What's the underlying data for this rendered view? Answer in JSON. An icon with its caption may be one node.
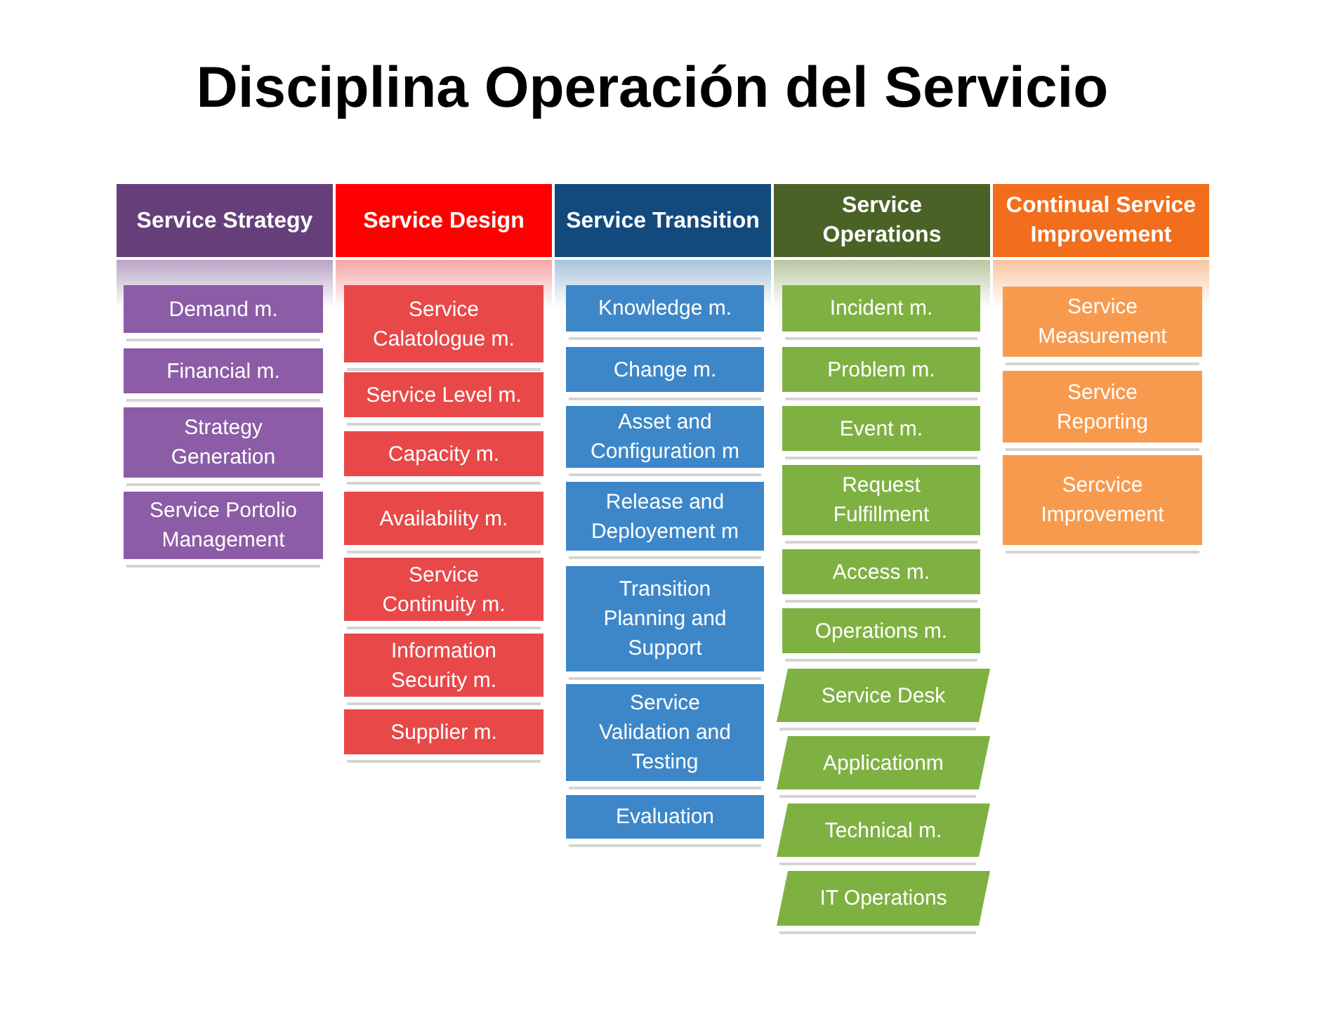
{
  "diagram": {
    "title": "Disciplina Operación del Servicio",
    "nodes": [
      {
        "text": [
          "Service Strategy"
        ]
      },
      {
        "text": [
          "Demand m."
        ]
      },
      {
        "text": [
          "Financial m."
        ]
      },
      {
        "text": [
          "Strategy Generation"
        ]
      },
      {
        "text": [
          "Service Portolio Management"
        ]
      },
      {
        "text": [
          "Service Design"
        ]
      },
      {
        "text": [
          "Service Calatologue m."
        ]
      },
      {
        "text": [
          "Service Level m."
        ]
      },
      {
        "text": [
          "Capacity m."
        ]
      },
      {
        "text": [
          "Availability m."
        ]
      },
      {
        "text": [
          "Service Continuity m."
        ]
      },
      {
        "text": [
          "Information Security m."
        ]
      },
      {
        "text": [
          "Supplier m."
        ]
      },
      {
        "text": [
          "Service Transition"
        ]
      },
      {
        "text": [
          "Knowledge m."
        ]
      },
      {
        "text": [
          "Change m."
        ]
      },
      {
        "text": [
          "Asset and Configuration m"
        ]
      },
      {
        "text": [
          "Release and Deployement m"
        ]
      },
      {
        "text": [
          "Transition Planning and Support"
        ]
      },
      {
        "text": [
          "Service Validation and Testing"
        ]
      },
      {
        "text": [
          "Evaluation"
        ]
      },
      {
        "text": [
          "Service Operations"
        ]
      },
      {
        "text": [
          "Incident m."
        ]
      },
      {
        "text": [
          "Problem m."
        ]
      },
      {
        "text": [
          "Event m."
        ]
      },
      {
        "text": [
          "Request Fulfillment"
        ]
      },
      {
        "text": [
          "Access m."
        ]
      },
      {
        "text": [
          "Operations m."
        ]
      },
      {
        "text": [
          "Service Desk"
        ]
      },
      {
        "text": [
          "Applicationm"
        ]
      },
      {
        "text": [
          "Technical m."
        ]
      },
      {
        "text": [
          "IT Operations"
        ]
      },
      {
        "text": [
          "Continual Service Improvement"
        ]
      },
      {
        "text": [
          "Service Measurement"
        ]
      },
      {
        "text": [
          "Service Reporting"
        ]
      },
      {
        "text": [
          "Sercvice Improvement"
        ]
      }
    ]
  }
}
